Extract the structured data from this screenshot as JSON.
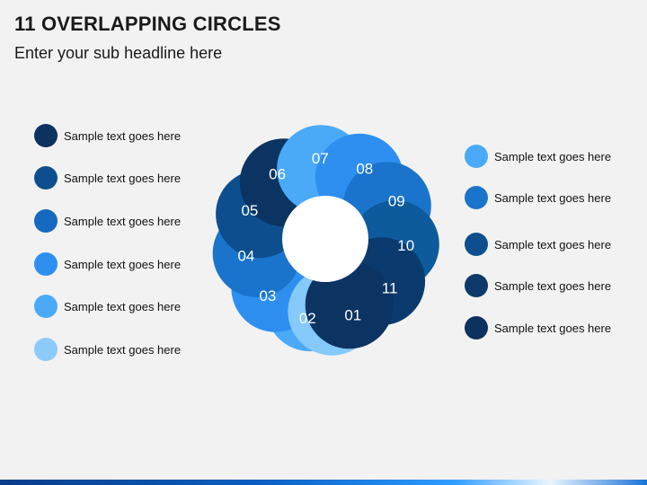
{
  "header": {
    "title": "11 OVERLAPPING CIRCLES",
    "subtitle": "Enter your sub headline here"
  },
  "legend_left": [
    {
      "text": "Sample text goes here",
      "color": "#0d3260"
    },
    {
      "text": "Sample text goes here",
      "color": "#0d4f8e"
    },
    {
      "text": "Sample text goes here",
      "color": "#1569c0"
    },
    {
      "text": "Sample text goes here",
      "color": "#2e8ff0"
    },
    {
      "text": "Sample text goes here",
      "color": "#4aaaf7"
    },
    {
      "text": "Sample text goes here",
      "color": "#8ccaf9"
    }
  ],
  "legend_right": [
    {
      "text": "Sample text goes here",
      "color": "#4aaaf7"
    },
    {
      "text": "Sample text goes here",
      "color": "#1a74cc"
    },
    {
      "text": "Sample text goes here",
      "color": "#0d4f8e"
    },
    {
      "text": "Sample text goes here",
      "color": "#0d3a6b"
    },
    {
      "text": "Sample text goes here",
      "color": "#0d3260"
    }
  ],
  "circles": [
    {
      "label": "01",
      "color": "#0b3463",
      "text_color": "#111111"
    },
    {
      "label": "02",
      "color": "#4aaaf7",
      "text_color": "#ffffff"
    },
    {
      "label": "03",
      "color": "#2e8ff0",
      "text_color": "#ffffff"
    },
    {
      "label": "04",
      "color": "#1a74cc",
      "text_color": "#ffffff"
    },
    {
      "label": "05",
      "color": "#0d4f8e",
      "text_color": "#ffffff"
    },
    {
      "label": "06",
      "color": "#0b3463",
      "text_color": "#ffffff"
    },
    {
      "label": "07",
      "color": "#4aaaf7",
      "text_color": "#ffffff"
    },
    {
      "label": "08",
      "color": "#2e8ff0",
      "text_color": "#ffffff"
    },
    {
      "label": "09",
      "color": "#1a74cc",
      "text_color": "#ffffff"
    },
    {
      "label": "10",
      "color": "#0d5a9c",
      "text_color": "#ffffff"
    },
    {
      "label": "11",
      "color": "#0b3a6e",
      "text_color": "#ffffff"
    }
  ],
  "overlay_circle_color": "#86c9fb",
  "center_color": "#ffffff"
}
